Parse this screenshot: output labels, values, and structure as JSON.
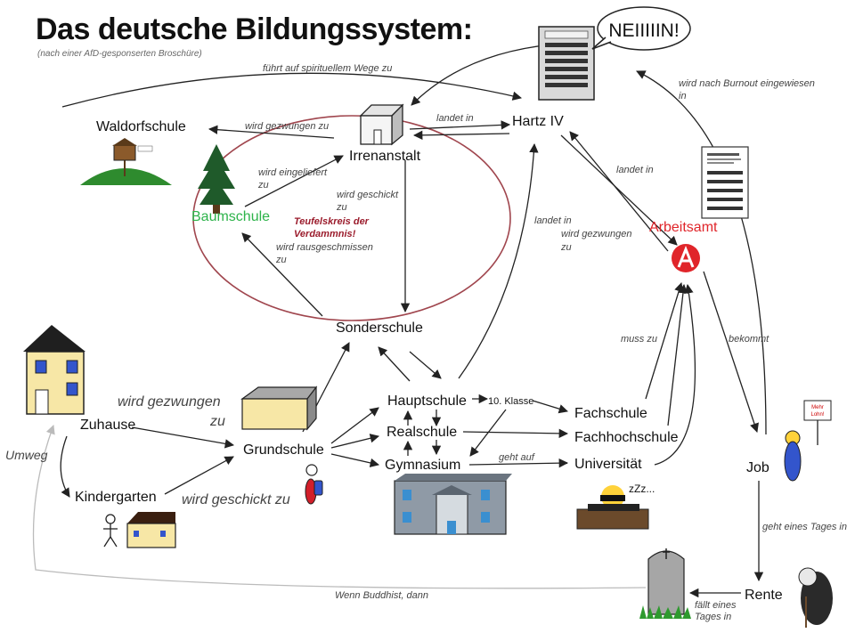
{
  "title": "Das deutsche Bildungssystem:",
  "subtitle": "(nach einer AfD-gesponserten Broschüre)",
  "nodes": {
    "waldorfschule": "Waldorfschule",
    "irrenanstalt": "Irrenanstalt",
    "hartz_iv": "Hartz IV",
    "baumschule": "Baumschule",
    "teufelskreis_1": "Teufelskreis der",
    "teufelskreis_2": "Verdammnis!",
    "arbeitsamt": "Arbeitsamt",
    "sonderschule": "Sonderschule",
    "zuhause": "Zuhause",
    "kindergarten": "Kindergarten",
    "grundschule": "Grundschule",
    "hauptschule": "Hauptschule",
    "zehnte_klasse": "10. Klasse",
    "realschule": "Realschule",
    "gymnasium": "Gymnasium",
    "fachschule": "Fachschule",
    "fachhochschule": "Fachhochschule",
    "universitaet": "Universität",
    "job": "Job",
    "rente": "Rente",
    "umweg": "Umweg",
    "neiiin": "NEIIIIIN!"
  },
  "edges": {
    "spirituell": "führt auf spirituellem Wege zu",
    "gezwungen_zu_1": "wird gezwungen zu",
    "landet_in_1": "landet in",
    "eingeliefert_1": "wird eingeliefert",
    "eingeliefert_2": "zu",
    "geschickt_1": "wird geschickt",
    "geschickt_2": "zu",
    "rausgeschmissen_1": "wird rausgeschmissen",
    "rausgeschmissen_2": "zu",
    "burnout_1": "wird nach Burnout eingewiesen",
    "burnout_2": "in",
    "landet_in_2": "landet in",
    "landet_gezwungen_1": "landet in",
    "landet_gezwungen_2": "wird gezwungen",
    "landet_gezwungen_3": "zu",
    "muss_zu": "muss zu",
    "bekommt": "bekommt",
    "zuhause_gezwungen_1": "wird gezwungen",
    "zuhause_gezwungen_2": "zu",
    "kiga_geschickt": "wird geschickt zu",
    "geht_auf": "geht auf",
    "tages_1": "geht eines Tages in",
    "faellt_1": "fällt eines",
    "faellt_2": "Tages in",
    "buddhist": "Wenn Buddhist, dann",
    "zzz": "zZz..."
  },
  "colors": {
    "baumschule": "#2db34a",
    "arbeitsamt": "#e0252a",
    "teufelskreis": "#9b1c2c",
    "circle": "#a0464e",
    "house_yellow": "#f7e7a6",
    "house_blue": "#3355cc",
    "roof": "#1f1f1f",
    "hill": "#2e8b2e",
    "tree": "#1f5a2a"
  },
  "icons": [
    "server-icon",
    "document-icon",
    "arbeitsamt-logo",
    "tree-icon",
    "house-icon",
    "school-building-icon",
    "person-icon",
    "gravestone-icon",
    "sign-icon"
  ]
}
